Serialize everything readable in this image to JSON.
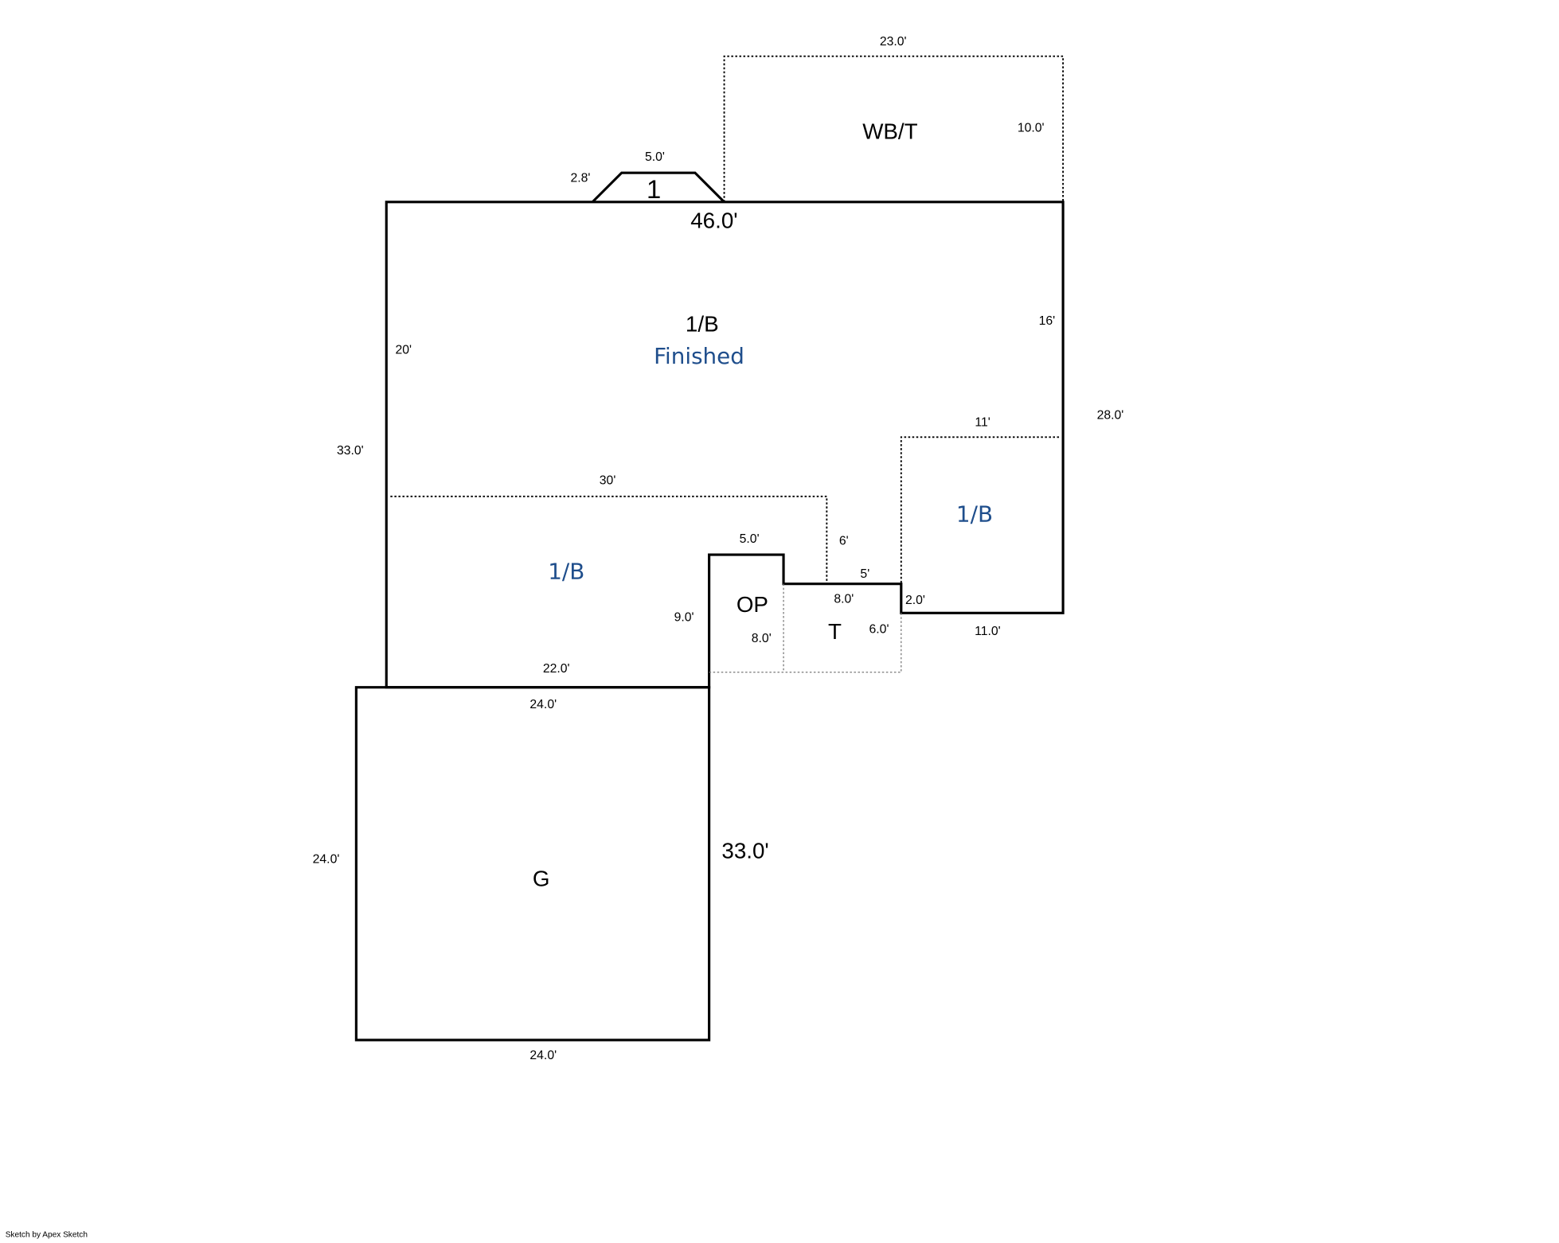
{
  "areas": {
    "main": {
      "code": "1/B",
      "subtitle": "Finished"
    },
    "lower_left": {
      "code": "1/B"
    },
    "right": {
      "code": "1/B"
    },
    "deck": {
      "code": "WB/T"
    },
    "bay": {
      "code": "1"
    },
    "porch": {
      "code": "OP"
    },
    "terrace": {
      "code": "T"
    },
    "garage": {
      "code": "G"
    }
  },
  "dimensions": {
    "deck_top": "23.0'",
    "deck_side": "10.0'",
    "bay_top": "5.0'",
    "bay_side": "2.8'",
    "main_top": "46.0'",
    "main_left_inner": "20'",
    "main_right_inner": "16'",
    "main_left": "33.0'",
    "main_right": "28.0'",
    "right_top": "11'",
    "lower_top": "30'",
    "lower_right": "6'",
    "porch_top": "5.0'",
    "porch_left": "9.0'",
    "porch_inner": "8.0'",
    "step_top": "5'",
    "terrace_top": "8.0'",
    "terrace_side": "6.0'",
    "step_side": "2.0'",
    "right_bottom": "11.0'",
    "lower_bottom": "22.0'",
    "garage_top": "24.0'",
    "garage_left": "24.0'",
    "garage_right": "33.0'",
    "garage_bottom": "24.0'"
  },
  "footer": "Sketch by Apex Sketch"
}
